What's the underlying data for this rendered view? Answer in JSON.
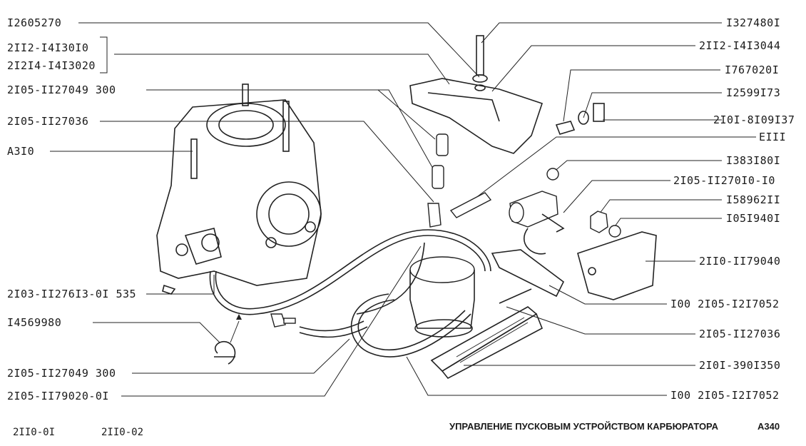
{
  "callouts_left": [
    "I2605270",
    "2II2-I4I30I0",
    "2I2I4-I4I3020",
    "2I05-II27049 300",
    "2I05-II27036",
    "A3I0",
    "2I03-II276I3-0I 535",
    "I4569980",
    "2I05-II27049 300",
    "2I05-II79020-0I"
  ],
  "callouts_right": [
    "I327480I",
    "2II2-I4I3044",
    "I767020I",
    "I2599I73",
    "2I0I-8I09I37",
    "EIII",
    "I383I80I",
    "2I05-II270I0-I0",
    "I58962II",
    "I05I940I",
    "2II0-II79040",
    "I00 2I05-I2I7052",
    "2I05-II27036",
    "2I0I-390I350",
    "I00 2I05-I2I7052"
  ],
  "footer": {
    "model_1": "2II0-0I",
    "model_2": "2II0-02",
    "title": "УПРАВЛЕНИЕ ПУСКОВЫМ УСТРОЙСТВОМ КАРБЮРАТОРА",
    "page_code": "A340"
  }
}
